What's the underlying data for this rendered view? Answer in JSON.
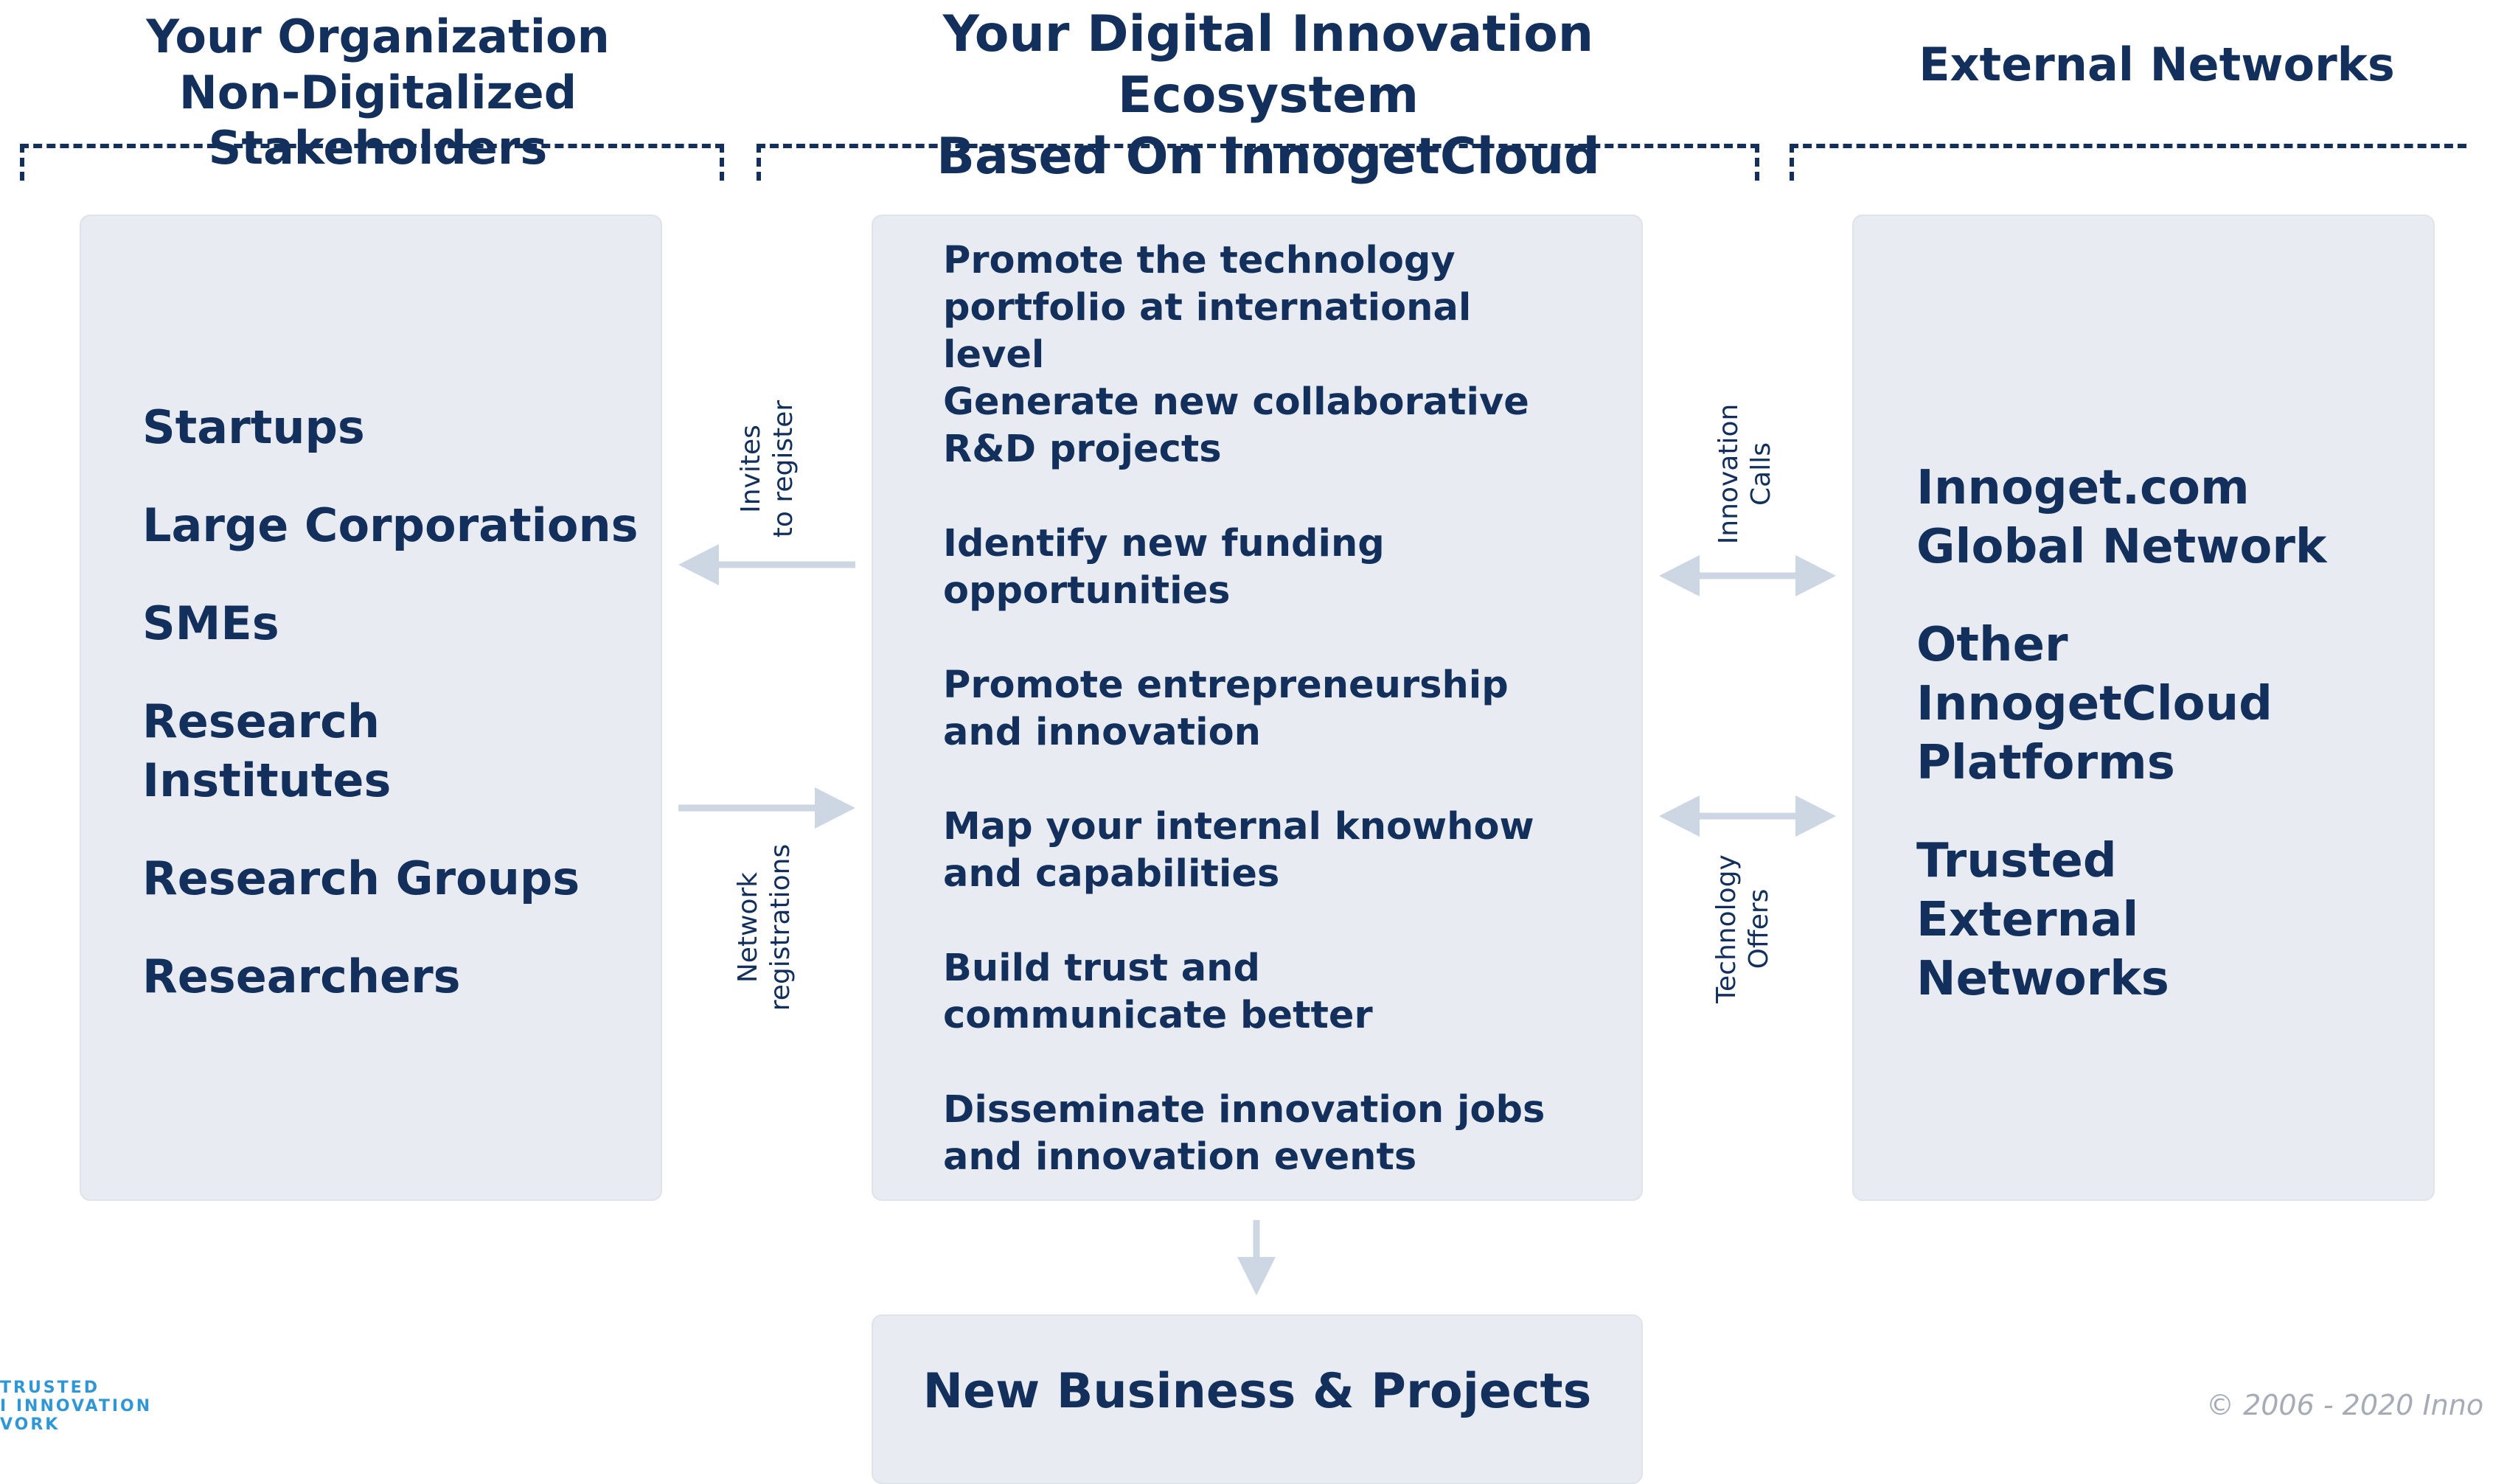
{
  "headers": {
    "left": [
      "Your Organization",
      "Non-Digitalized Stakeholders"
    ],
    "center": [
      "Your Digital Innovation Ecosystem",
      "Based On InnogetCloud"
    ],
    "right": "External Networks"
  },
  "left_panel": {
    "items": [
      "Startups",
      "Large Corporations",
      "SMEs",
      "Research Institutes",
      "Research Groups",
      "Researchers"
    ]
  },
  "center_panel": {
    "items": [
      "Promote the technology portfolio at international level",
      "Generate new collaborative R&D projects",
      "Identify new funding opportunities",
      "Promote entrepreneurship and innovation",
      "Map your internal knowhow and capabilities",
      "Build trust and communicate better",
      "Disseminate innovation jobs and innovation events"
    ]
  },
  "right_panel": {
    "items": [
      "Innoget.com Global Network",
      "Other InnogetCloud Platforms",
      "Trusted External Networks"
    ]
  },
  "flow_labels": {
    "invites": [
      "Invites",
      "to register"
    ],
    "network_registrations": [
      "Network",
      "registrations"
    ],
    "innovation_calls": [
      "Innovation",
      "Calls"
    ],
    "technology_offers": [
      "Technology",
      "Offers"
    ]
  },
  "outcome": "New Business & Projects",
  "logo_lines": [
    "TRUSTED",
    "I INNOVATION",
    "VORK"
  ],
  "copyright": "© 2006 - 2020 Inno",
  "colors": {
    "text": "#13305d",
    "panel": "#e8ebf1",
    "arrow": "#cdd6e3",
    "logo": "#2f97d6"
  }
}
